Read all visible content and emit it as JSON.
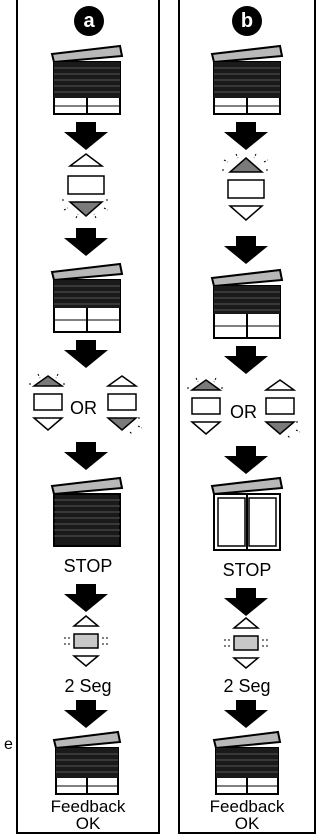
{
  "panels": [
    {
      "badge": "a",
      "stop_label": "STOP",
      "hold_label": "2 Seg",
      "or_label": "OR",
      "feedback_label": "Feedback",
      "ok_label": "OK"
    },
    {
      "badge": "b",
      "stop_label": "STOP",
      "hold_label": "2 Seg",
      "or_label": "OR",
      "feedback_label": "Feedback",
      "ok_label": "OK"
    }
  ],
  "stray_char": "e",
  "colors": {
    "ink": "#000000",
    "shutter_box": "#b8b8b8",
    "shutter_slats": "#1a1a1a",
    "highlight_key": "#7a7a7a",
    "stop_key": "#c8c8c8"
  },
  "icons": [
    "roller-shutter-icon",
    "down-arrow-icon",
    "remote-control-icon",
    "window-open-icon"
  ]
}
